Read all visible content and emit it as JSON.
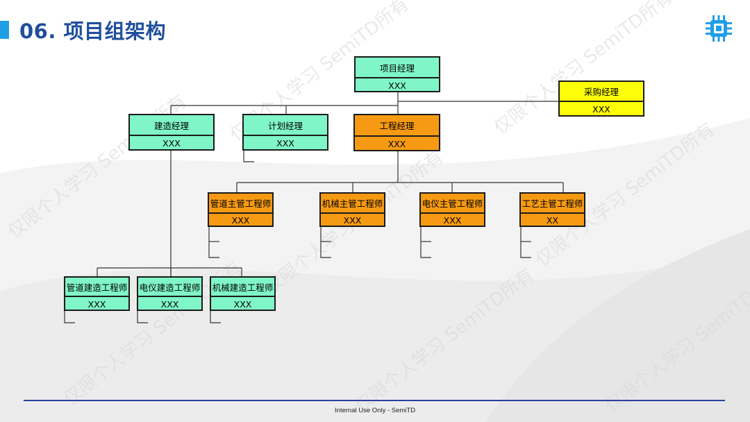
{
  "header": {
    "title": "06. 项目组架构"
  },
  "footer": {
    "text": "Internal Use Only - SemiTD"
  },
  "watermark": {
    "text": "仅限个人学习 SemiTD所有"
  },
  "colors": {
    "accent": "#1f9ee6",
    "title": "#1f4e9c",
    "green": "#7ff5c8",
    "orange": "#f79a13",
    "yellow": "#fdfd09",
    "footer_line": "#2b3f9e"
  },
  "logo": {
    "icon": "chip-icon"
  },
  "org": {
    "pm": {
      "label": "项目经理",
      "value": "XXX"
    },
    "procurement": {
      "label": "采购经理",
      "value": "XXX"
    },
    "construction": {
      "label": "建造经理",
      "value": "XXX"
    },
    "planning": {
      "label": "计划经理",
      "value": "XXX"
    },
    "engineering": {
      "label": "工程经理",
      "value": "XXX"
    },
    "pipe_lead": {
      "label": "管道主管工程师",
      "value": "XXX"
    },
    "mech_lead": {
      "label": "机械主管工程师",
      "value": "XXX"
    },
    "ei_lead": {
      "label": "电仪主管工程师",
      "value": "XXX"
    },
    "proc_lead": {
      "label": "工艺主管工程师",
      "value": "XX"
    },
    "pipe_cons": {
      "label": "管道建造工程师",
      "value": "XXX"
    },
    "ei_cons": {
      "label": "电仪建造工程师",
      "value": "XXX"
    },
    "mech_cons": {
      "label": "机械建造工程师",
      "value": "XXX"
    }
  }
}
